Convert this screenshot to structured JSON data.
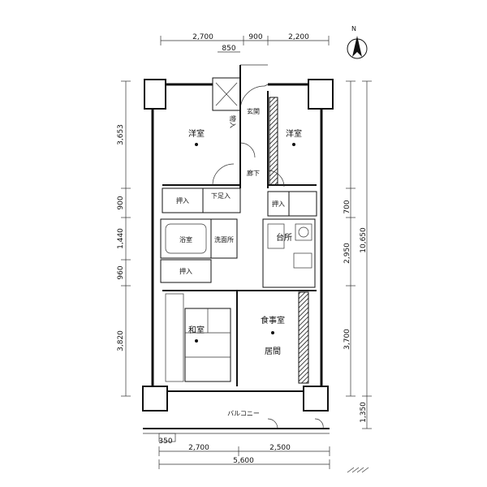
{
  "compass": {
    "label": "N"
  },
  "dims_top": {
    "left": "2,700",
    "mid": "900",
    "right": "2,200",
    "entry": "850"
  },
  "dims_left": {
    "d1": "3,653",
    "d2": "900",
    "d3": "1,440",
    "d4": "960",
    "d5": "3,820"
  },
  "dims_right": {
    "d1": "700",
    "d2": "2,950",
    "d3": "3,700",
    "total": "10,650",
    "balcony": "1,350"
  },
  "dims_bottom": {
    "left": "2,700",
    "right": "2,500",
    "total": "5,600",
    "small": "350"
  },
  "rooms": {
    "western_room_nw": "洋室",
    "western_room_ne": "洋室",
    "entrance": "玄関",
    "hall": "廊下",
    "closet_left": "押入",
    "closet_right": "押入",
    "bath": "浴室",
    "washroom": "洗面所",
    "closet_mid": "押入",
    "kitchen": "台所",
    "japanese_room": "和室",
    "dining": "食事室",
    "living": "居間",
    "balcony": "バルコニー",
    "storage": "物入",
    "shoe_box": "下足入"
  },
  "colors": {
    "line": "#111111",
    "bg": "#ffffff"
  }
}
